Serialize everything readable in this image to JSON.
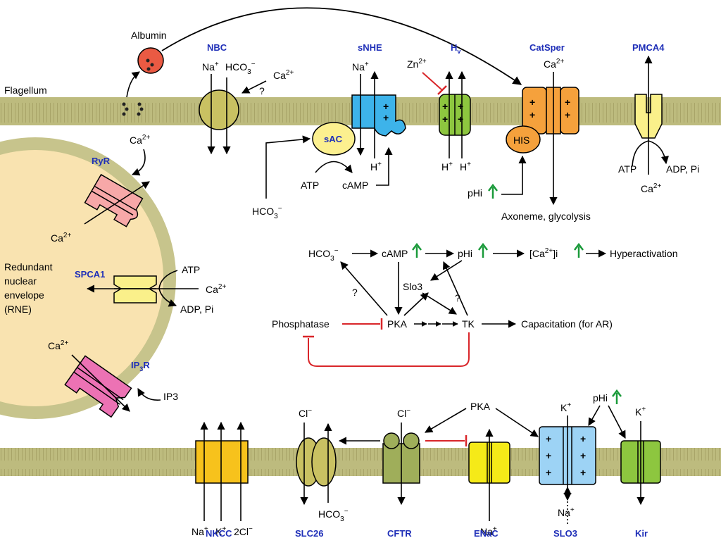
{
  "labels": {
    "albumin": "Albumin",
    "flagellum": "Flagellum",
    "nbc": "NBC",
    "snhe": "sNHE",
    "hv": "H",
    "hv_sub": "v",
    "catsper": "CatSper",
    "pmca4": "PMCA4",
    "ryr": "RyR",
    "spca1": "SPCA1",
    "ip3r": "IP",
    "ip3r_sub": "3",
    "ip3r_r": "R",
    "rne_line1": "Redundant",
    "rne_line2": "nuclear",
    "rne_line3": "envelope",
    "rne_line4": "(RNE)",
    "sac": "sAC",
    "his": "HIS",
    "nkcc": "NKCC",
    "slc26": "SLC26",
    "cftr": "CFTR",
    "enac": "ENaC",
    "slo3_channel": "SLO3",
    "kir": "Kir"
  },
  "ions": {
    "na": "Na",
    "na_sup": "+",
    "hco3": "HCO",
    "hco3_sub": "3",
    "hco3_sup": "−",
    "ca": "Ca",
    "ca_sup": "2+",
    "zn": "Zn",
    "zn_sup": "2+",
    "h": "H",
    "h_sup": "+",
    "k": "K",
    "k_sup": "+",
    "cl": "Cl",
    "cl_sup": "−",
    "two_cl": "2Cl",
    "question": "?",
    "plus": "+"
  },
  "metabolites": {
    "atp": "ATP",
    "camp": "cAMP",
    "adp_pi": "ADP, Pi",
    "ip3": "IP3",
    "phi": "pHi",
    "axoneme": "Axoneme, glycolysis"
  },
  "pathway": {
    "hco3": "HCO",
    "camp": "cAMP",
    "phi": "pHi",
    "ca_i_open": "[Ca",
    "ca_i_sup": "2+",
    "ca_i_close": "]i",
    "hyperactivation": "Hyperactivation",
    "slo3": "Slo3",
    "phosphatase": "Phosphatase",
    "pka": "PKA",
    "tk": "TK",
    "capacitation": "Capacitation (for AR)",
    "pka_bottom": "PKA",
    "phi_bottom": "pHi"
  },
  "colors": {
    "membrane": "#bdbb7e",
    "nucleus": "#f9e3b0",
    "inhibition": "#d9262a",
    "up_arrow": "#1a9a3a",
    "label_blue": "#1f2fb8",
    "nbc": "#c9c162",
    "snhe": "#3db3ea",
    "hv": "#8dc63f",
    "catsper": "#f5a13c",
    "pmca4": "#faf08a",
    "ryr": "#f7a8a8",
    "spca1": "#faf08a",
    "ip3r": "#ec72b4",
    "nkcc": "#f7c21c",
    "slc26": "#c9c162",
    "cftr": "#9fae5a",
    "enac": "#f5ea18",
    "slo3": "#9dd3f5",
    "kir": "#8dc63f",
    "albumin": "#ea5a43",
    "sac": "#fcf08f"
  }
}
